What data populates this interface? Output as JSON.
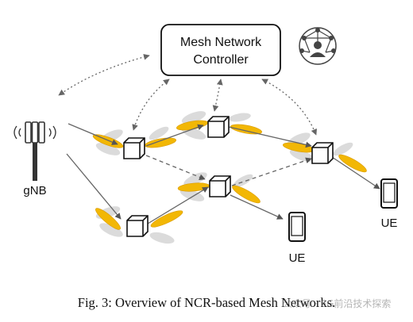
{
  "controller": {
    "line1": "Mesh Network",
    "line2": "Controller"
  },
  "labels": {
    "gnb": "gNB",
    "ue1": "UE",
    "ue2": "UE"
  },
  "caption": "Fig. 3: Overview of NCR-based Mesh Networks.",
  "watermark": "公众号 · 6G前沿技术探索",
  "colors": {
    "beam": "#f2b705",
    "beam_edge": "#d99a00",
    "side_lobe": "#d6d6d6",
    "dotted_arrow": "#666666",
    "node_stroke": "#111111"
  },
  "icons": [
    "cell-tower-icon",
    "network-user-icon",
    "smartphone-icon",
    "repeater-node-icon"
  ]
}
